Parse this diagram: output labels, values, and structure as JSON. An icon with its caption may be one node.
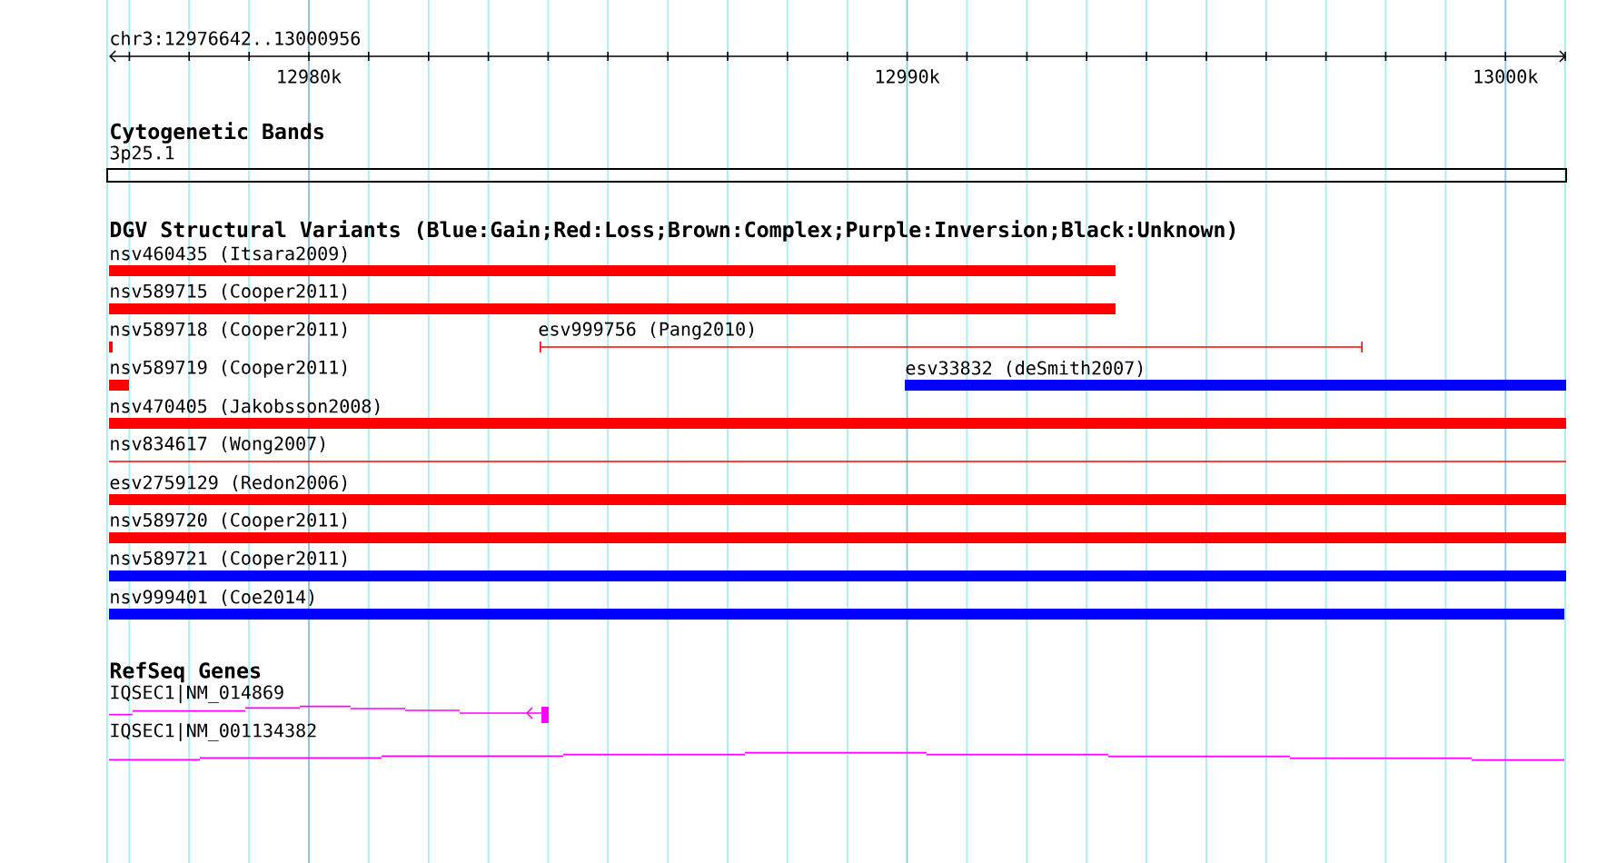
{
  "diagram": {
    "nodes": [
      {
        "text": [
          "3p25.1"
        ]
      },
      {
        "text": [
          "nsv460435 (Itsara2009)"
        ]
      },
      {
        "text": [
          "nsv589715 (Cooper2011)"
        ]
      },
      {
        "text": [
          "nsv589718 (Cooper2011)"
        ]
      },
      {
        "text": [
          "esv999756 (Pang2010)"
        ]
      },
      {
        "text": [
          "nsv589719 (Cooper2011)"
        ]
      },
      {
        "text": [
          "esv33832 (deSmith2007)"
        ]
      },
      {
        "text": [
          "nsv470405 (Jakobsson2008)"
        ]
      },
      {
        "text": [
          "nsv834617 (Wong2007)"
        ]
      },
      {
        "text": [
          "esv2759129 (Redon2006)"
        ]
      },
      {
        "text": [
          "nsv589720 (Cooper2011)"
        ]
      },
      {
        "text": [
          "nsv589721 (Cooper2011)"
        ]
      },
      {
        "text": [
          "nsv999401 (Coe2014)"
        ]
      },
      {
        "text": [
          "IQSEC1|NM_014869"
        ]
      },
      {
        "text": [
          "IQSEC1|NM_001134382"
        ]
      }
    ],
    "labels": [
      "chr3:12976642..13000956",
      "12980k",
      "12990k",
      "13000k",
      "Cytogenetic Bands",
      "DGV Structural Variants (Blue:Gain;Red:Loss;Brown:Complex;Purple:Inversion;Black:Unknown)",
      "RefSeq Genes"
    ]
  }
}
